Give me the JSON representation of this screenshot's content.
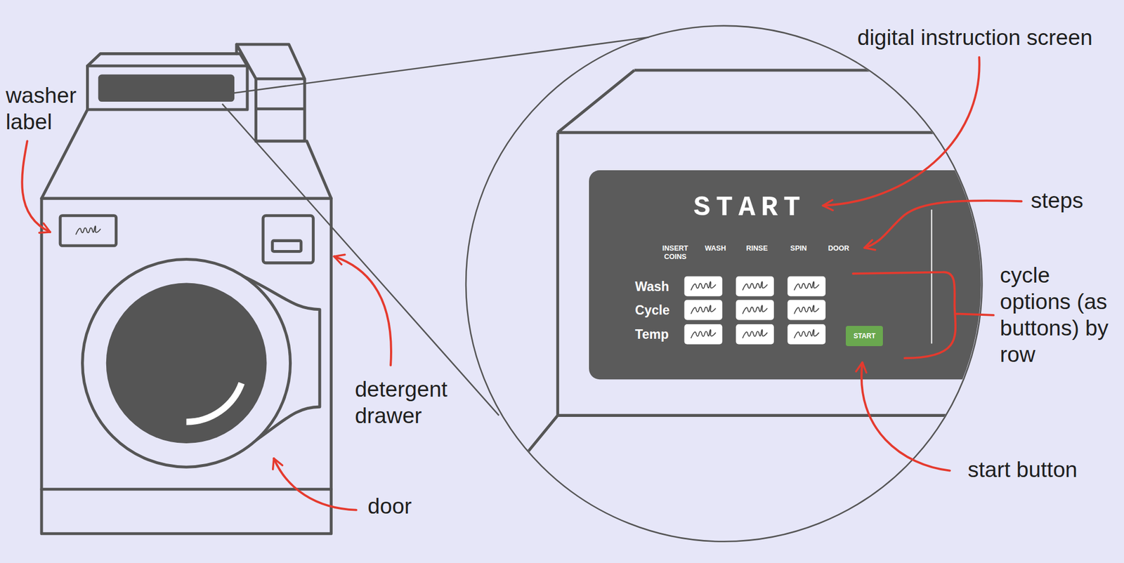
{
  "diagram": {
    "nodes": [
      {
        "text": [
          "START",
          "INSERT COINS",
          "WASH",
          "RINSE",
          "SPIN",
          "DOOR",
          "Wash",
          "Cycle",
          "Temp"
        ]
      },
      {
        "text": [
          "START"
        ],
        "in": 0
      }
    ],
    "labels": [
      "digital instruction screen",
      "washer label",
      "steps",
      "cycle options (as buttons) by row",
      "detergent drawer",
      "start button",
      "door"
    ]
  }
}
